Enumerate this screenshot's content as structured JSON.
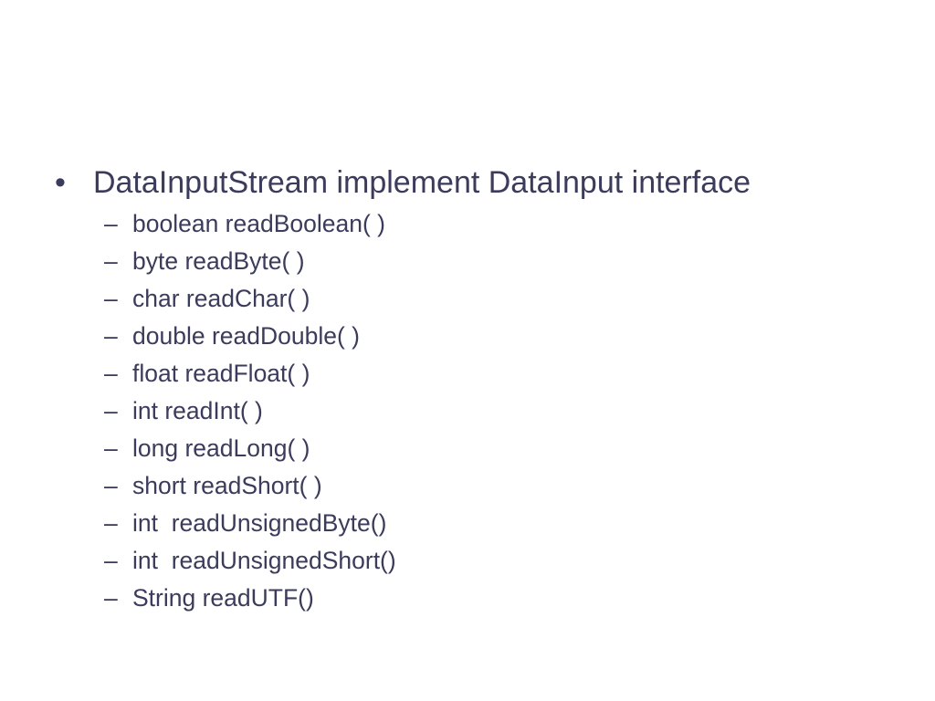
{
  "slide": {
    "main_bullet": {
      "marker": "•",
      "text": "DataInputStream implement DataInput interface"
    },
    "sub_items": [
      {
        "marker": "–",
        "text": "boolean readBoolean( )"
      },
      {
        "marker": "–",
        "text": "byte readByte( )"
      },
      {
        "marker": "–",
        "text": "char readChar( )"
      },
      {
        "marker": "–",
        "text": "double readDouble( )"
      },
      {
        "marker": "–",
        "text": "float readFloat( )"
      },
      {
        "marker": "–",
        "text": "int readInt( )"
      },
      {
        "marker": "–",
        "text": "long readLong( )"
      },
      {
        "marker": "–",
        "text": "short readShort( )"
      },
      {
        "marker": "–",
        "text": "int  readUnsignedByte()"
      },
      {
        "marker": "–",
        "text": "int  readUnsignedShort()"
      },
      {
        "marker": "–",
        "text": "String readUTF()"
      }
    ]
  },
  "colors": {
    "background": "#ffffff",
    "text": "#3b3b5c"
  }
}
